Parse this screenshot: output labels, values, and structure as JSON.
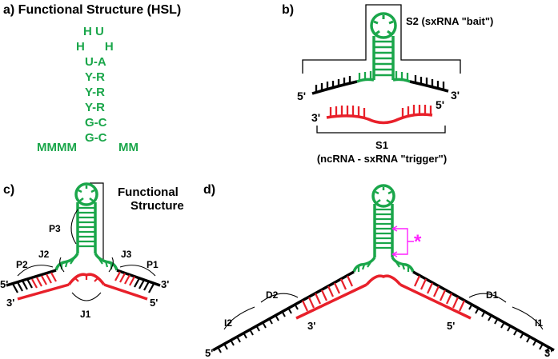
{
  "colors": {
    "green": "#1aa64a",
    "red": "#e8202a",
    "black": "#000000",
    "magenta": "#ff22ff"
  },
  "panel_a": {
    "title": "a) Functional Structure (HSL)",
    "loop_top": "H U",
    "loop_sides": "H      H",
    "pairs": [
      "U-A",
      "Y-R",
      "Y-R",
      "Y-R",
      "G-C",
      "G-C"
    ],
    "tail_left": "MMMM",
    "tail_right": "MM"
  },
  "panel_b": {
    "label": "b)",
    "s2_label": "S2 (sxRNA \"bait\")",
    "bait_5": "5'",
    "bait_3": "3'",
    "trigger_3": "3'",
    "trigger_5": "5'",
    "s1_label": "S1",
    "s1_sub": "(ncRNA - sxRNA \"trigger\")"
  },
  "panel_c": {
    "label": "c)",
    "functional_label_1": "Functional",
    "functional_label_2": "Structure",
    "p3": "P3",
    "j2": "J2",
    "j3": "J3",
    "p2": "P2",
    "p1": "P1",
    "j1": "J1",
    "end_left_top": "5'",
    "end_left_bottom": "3'",
    "end_right_top": "3'",
    "end_right_bottom": "5'"
  },
  "panel_d": {
    "label": "d)",
    "star": "*",
    "d2": "D2",
    "d1": "D1",
    "i2": "I2",
    "i1": "I1",
    "end_left": "5'",
    "end_right": "3'",
    "mid_left": "3'",
    "mid_right": "5'"
  }
}
